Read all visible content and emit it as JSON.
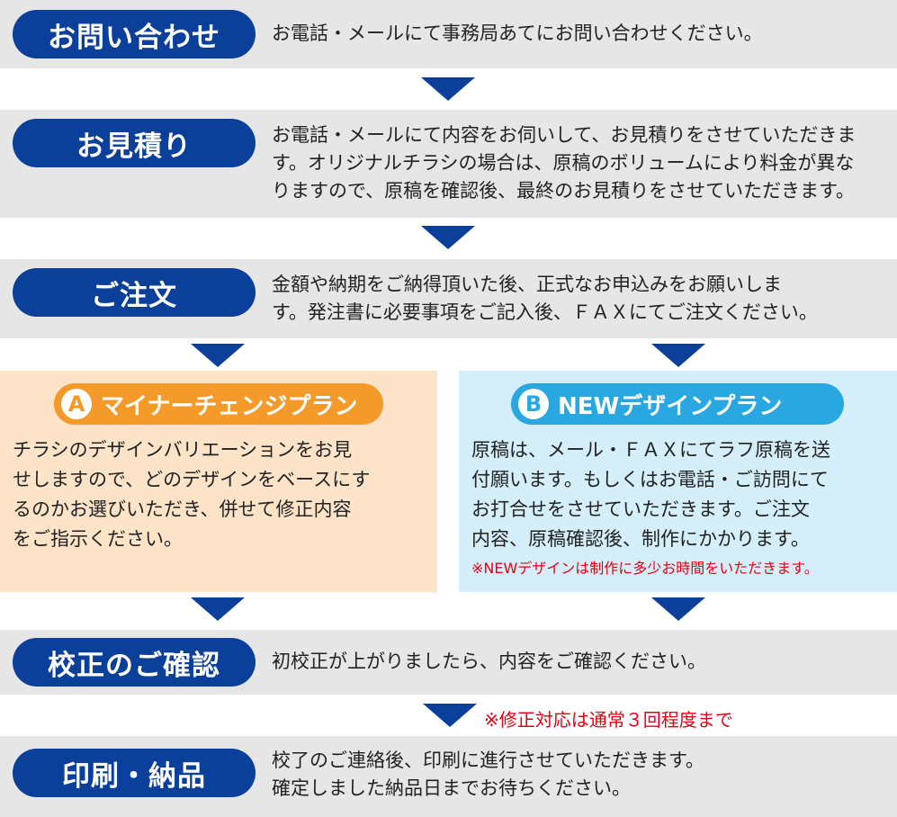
{
  "colors": {
    "band_bg": "#e6e6e6",
    "pill_navy": "#0a3f9a",
    "plan_a_bg": "#fde4c8",
    "plan_a_accent": "#f39a2a",
    "plan_b_bg": "#d4eefa",
    "plan_b_accent": "#29a7e0",
    "note_red": "#e60012"
  },
  "steps": [
    {
      "title": "お問い合わせ",
      "text": "お電話・メールにて事務局あてにお問い合わせください。"
    },
    {
      "title": "お見積り",
      "text": "お電話・メールにて内容をお伺いして、お見積りをさせていただきま\nす。オリジナルチラシの場合は、原稿のボリュームにより料金が異な\nりますので、原稿を確認後、最終のお見積りをさせていただきます。"
    },
    {
      "title": "ご注文",
      "text": "金額や納期をご納得頂いた後、正式なお申込みをお願いしま\nす。発注書に必要事項をご記入後、ＦＡＸにてご注文ください。"
    },
    {
      "title": "校正のご確認",
      "text": "初校正が上がりましたら、内容をご確認ください。"
    },
    {
      "title": "印刷・納品",
      "text": "校了のご連絡後、印刷に進行させていただきます。\n確定しました納品日までお待ちください。"
    }
  ],
  "plans": {
    "a": {
      "badge": "A",
      "title": "マイナーチェンジプラン",
      "text": "チラシのデザインバリエーションをお見\nせしますので、どのデザインをベースにす\nるのかお選びいただき、併せて修正内容\nをご指示ください。"
    },
    "b": {
      "badge": "B",
      "title": "NEWデザインプラン",
      "text": "原稿は、メール・ＦＡＸにてラフ原稿を送\n付願います。もしくはお電話・ご訪問にて\nお打合せをさせていただきます。ご注文\n内容、原稿確認後、制作にかかります。",
      "note": "※NEWデザインは制作に多少お時間をいただきます。"
    }
  },
  "proof_note": "※修正対応は通常３回程度まで"
}
